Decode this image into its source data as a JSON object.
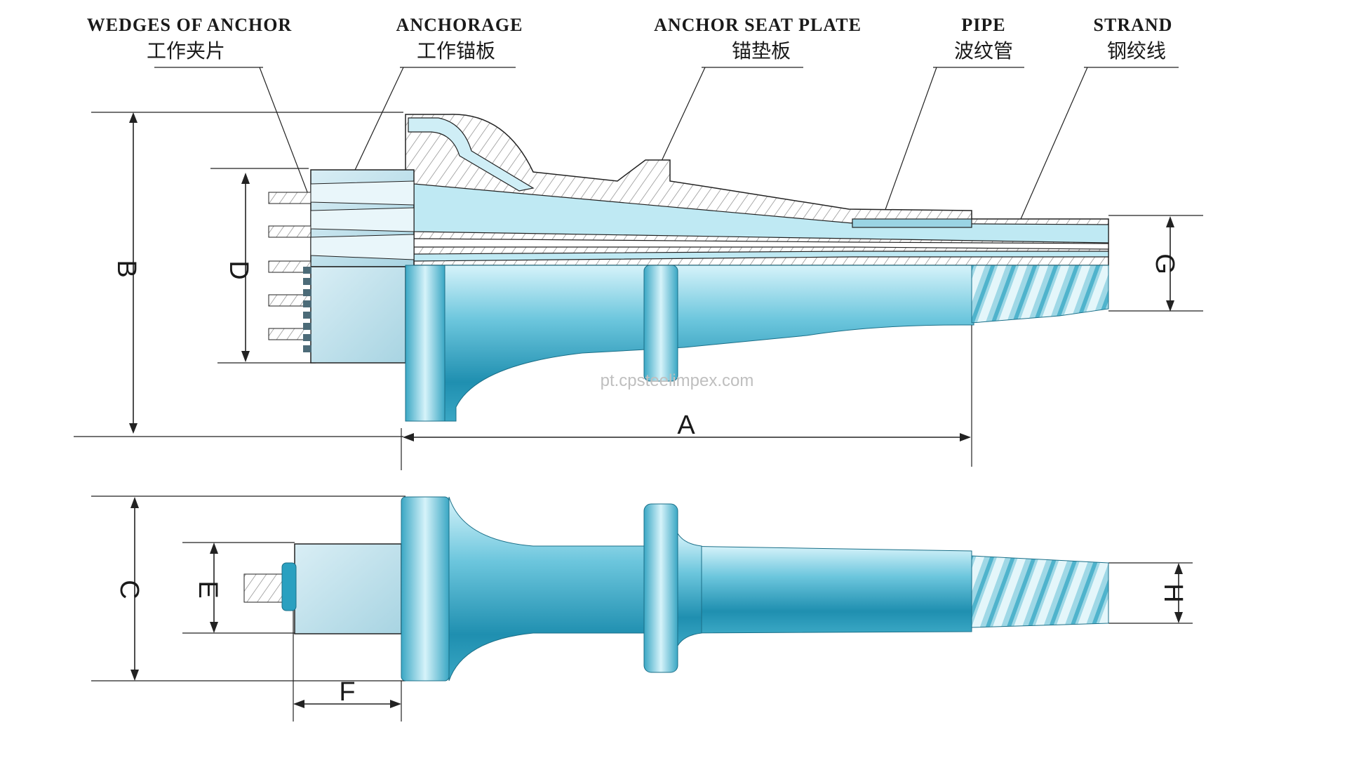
{
  "labels": {
    "wedges": {
      "en": "WEDGES OF ANCHOR",
      "zh": "工作夹片"
    },
    "anchorage": {
      "en": "ANCHORAGE",
      "zh": "工作锚板"
    },
    "seat_plate": {
      "en": "ANCHOR SEAT PLATE",
      "zh": "锚垫板"
    },
    "pipe": {
      "en": "PIPE",
      "zh": "波纹管"
    },
    "strand": {
      "en": "STRAND",
      "zh": "钢绞线"
    }
  },
  "dimensions": {
    "A": "A",
    "B": "B",
    "C": "C",
    "D": "D",
    "E": "E",
    "F": "F",
    "G": "G",
    "H": "H"
  },
  "watermark": "pt.cpsteelimpex.com",
  "colors": {
    "body_dark": "#1f8fb0",
    "body_light": "#bfe9f3",
    "hatch": "#7a7a7a",
    "line": "#222222"
  }
}
